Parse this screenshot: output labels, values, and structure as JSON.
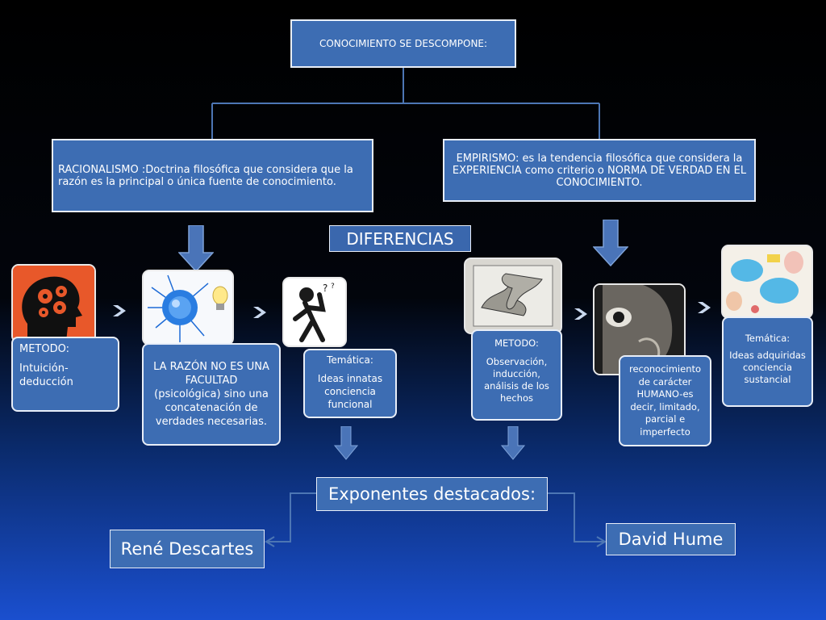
{
  "top_box": "CONOCIMIENTO SE DESCOMPONE:",
  "racionalismo": "RACIONALISMO :Doctrina filosófica que considera que la razón es la principal o única fuente de conocimiento.",
  "empirismo": "EMPIRISMO: es la tendencia filosófica que considera la EXPERIENCIA como criterio o NORMA DE VERDAD EN EL CONOCIMIENTO.",
  "diferencias": "DIFERENCIAS",
  "left": {
    "metodo_title": "METODO:",
    "metodo_text": "Intuición-deducción",
    "razon_text": "LA RAZÓN NO ES UNA FACULTAD (psicológica) sino una concatenación de verdades necesarias.",
    "tematica_title": "Temática:",
    "tematica_text": "Ideas innatas conciencia funcional"
  },
  "right": {
    "metodo_title": "METODO:",
    "metodo_text": "Observación, inducción, análisis de los hechos",
    "reconocimiento_text": "reconocimiento de carácter HUMANO-es decir, limitado, parcial e imperfecto",
    "tematica_title": "Temática:",
    "tematica_text": "Ideas adquiridas conciencia sustancial"
  },
  "exponentes": "Exponentes destacados:",
  "descartes": "René Descartes",
  "hume": "David Hume",
  "icons": [
    "brain-gears-icon",
    "neuron-lightbulb-icon",
    "thinking-figure-icon",
    "drawing-hands-icon",
    "eye-face-icon",
    "abstract-figures-icon"
  ],
  "colors": {
    "box_fill": "#3d6db3",
    "box_border": "#e8eef8",
    "arrow": "#4a74b8",
    "connector": "#4d76b4"
  }
}
